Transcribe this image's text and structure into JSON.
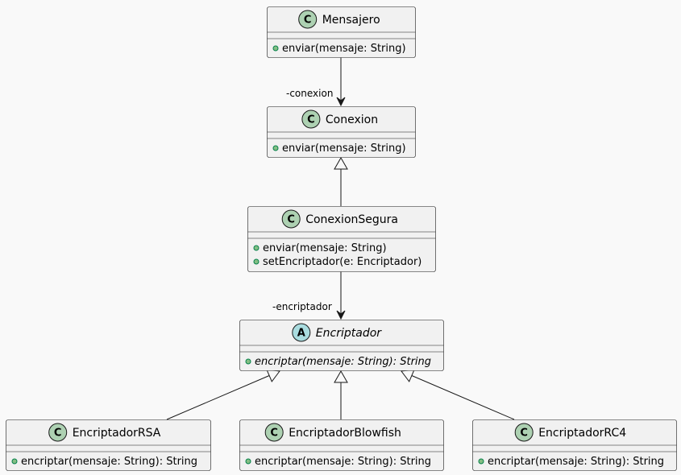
{
  "classes": [
    {
      "id": "mensajero",
      "name": "Mensajero",
      "stereotype": "C",
      "abstract": false,
      "members": [
        "enviar(mensaje: String)"
      ]
    },
    {
      "id": "conexion",
      "name": "Conexion",
      "stereotype": "C",
      "abstract": false,
      "members": [
        "enviar(mensaje: String)"
      ]
    },
    {
      "id": "conexion-segura",
      "name": "ConexionSegura",
      "stereotype": "C",
      "abstract": false,
      "members": [
        "enviar(mensaje: String)",
        "setEncriptador(e: Encriptador)"
      ]
    },
    {
      "id": "encriptador",
      "name": "Encriptador",
      "stereotype": "A",
      "abstract": true,
      "members": [
        "encriptar(mensaje: String): String"
      ]
    },
    {
      "id": "encriptador-rsa",
      "name": "EncriptadorRSA",
      "stereotype": "C",
      "abstract": false,
      "members": [
        "encriptar(mensaje: String): String"
      ]
    },
    {
      "id": "encriptador-blowfish",
      "name": "EncriptadorBlowfish",
      "stereotype": "C",
      "abstract": false,
      "members": [
        "encriptar(mensaje: String): String"
      ]
    },
    {
      "id": "encriptador-rc4",
      "name": "EncriptadorRC4",
      "stereotype": "C",
      "abstract": false,
      "members": [
        "encriptar(mensaje: String): String"
      ]
    }
  ],
  "relations": [
    {
      "from": "mensajero",
      "to": "conexion",
      "type": "association",
      "role": "-conexion"
    },
    {
      "from": "conexion-segura",
      "to": "conexion",
      "type": "inheritance"
    },
    {
      "from": "conexion-segura",
      "to": "encriptador",
      "type": "association",
      "role": "-encriptador"
    },
    {
      "from": "encriptador-rsa",
      "to": "encriptador",
      "type": "inheritance"
    },
    {
      "from": "encriptador-blowfish",
      "to": "encriptador",
      "type": "inheritance"
    },
    {
      "from": "encriptador-rc4",
      "to": "encriptador",
      "type": "inheritance"
    }
  ],
  "colors": {
    "class_badge": "#add1b2",
    "abstract_badge": "#a9dcdf",
    "public_dot": "#84be84",
    "box_fill": "#f1f1f1",
    "line": "#181818"
  }
}
